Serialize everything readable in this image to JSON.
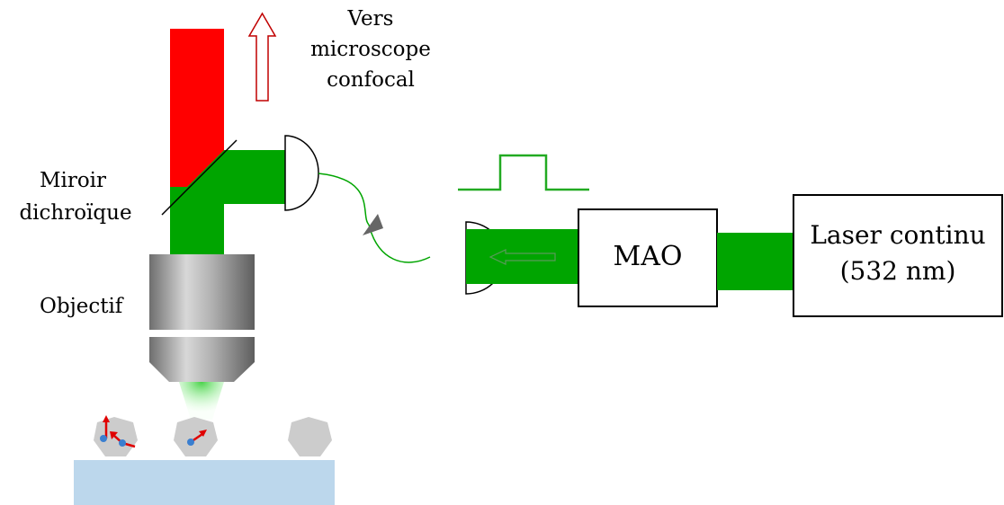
{
  "labels": {
    "confocal_line1": "Vers",
    "confocal_line2": "microscope",
    "confocal_line3": "confocal",
    "mirror_line1": "Miroir",
    "mirror_line2": "dichroïque",
    "objective": "Objectif",
    "aom": "MAO",
    "laser_line1": "Laser continu",
    "laser_line2": "(532 nm)"
  },
  "colors": {
    "green_beam": "#00a500",
    "red_beam": "#ff0000",
    "outline_arrow": "#c00000",
    "pulse": "#22aa22",
    "substrate": "#bcd7ec",
    "nanocrystal": "#cccccc",
    "objective_body": "#9a9a9a"
  }
}
